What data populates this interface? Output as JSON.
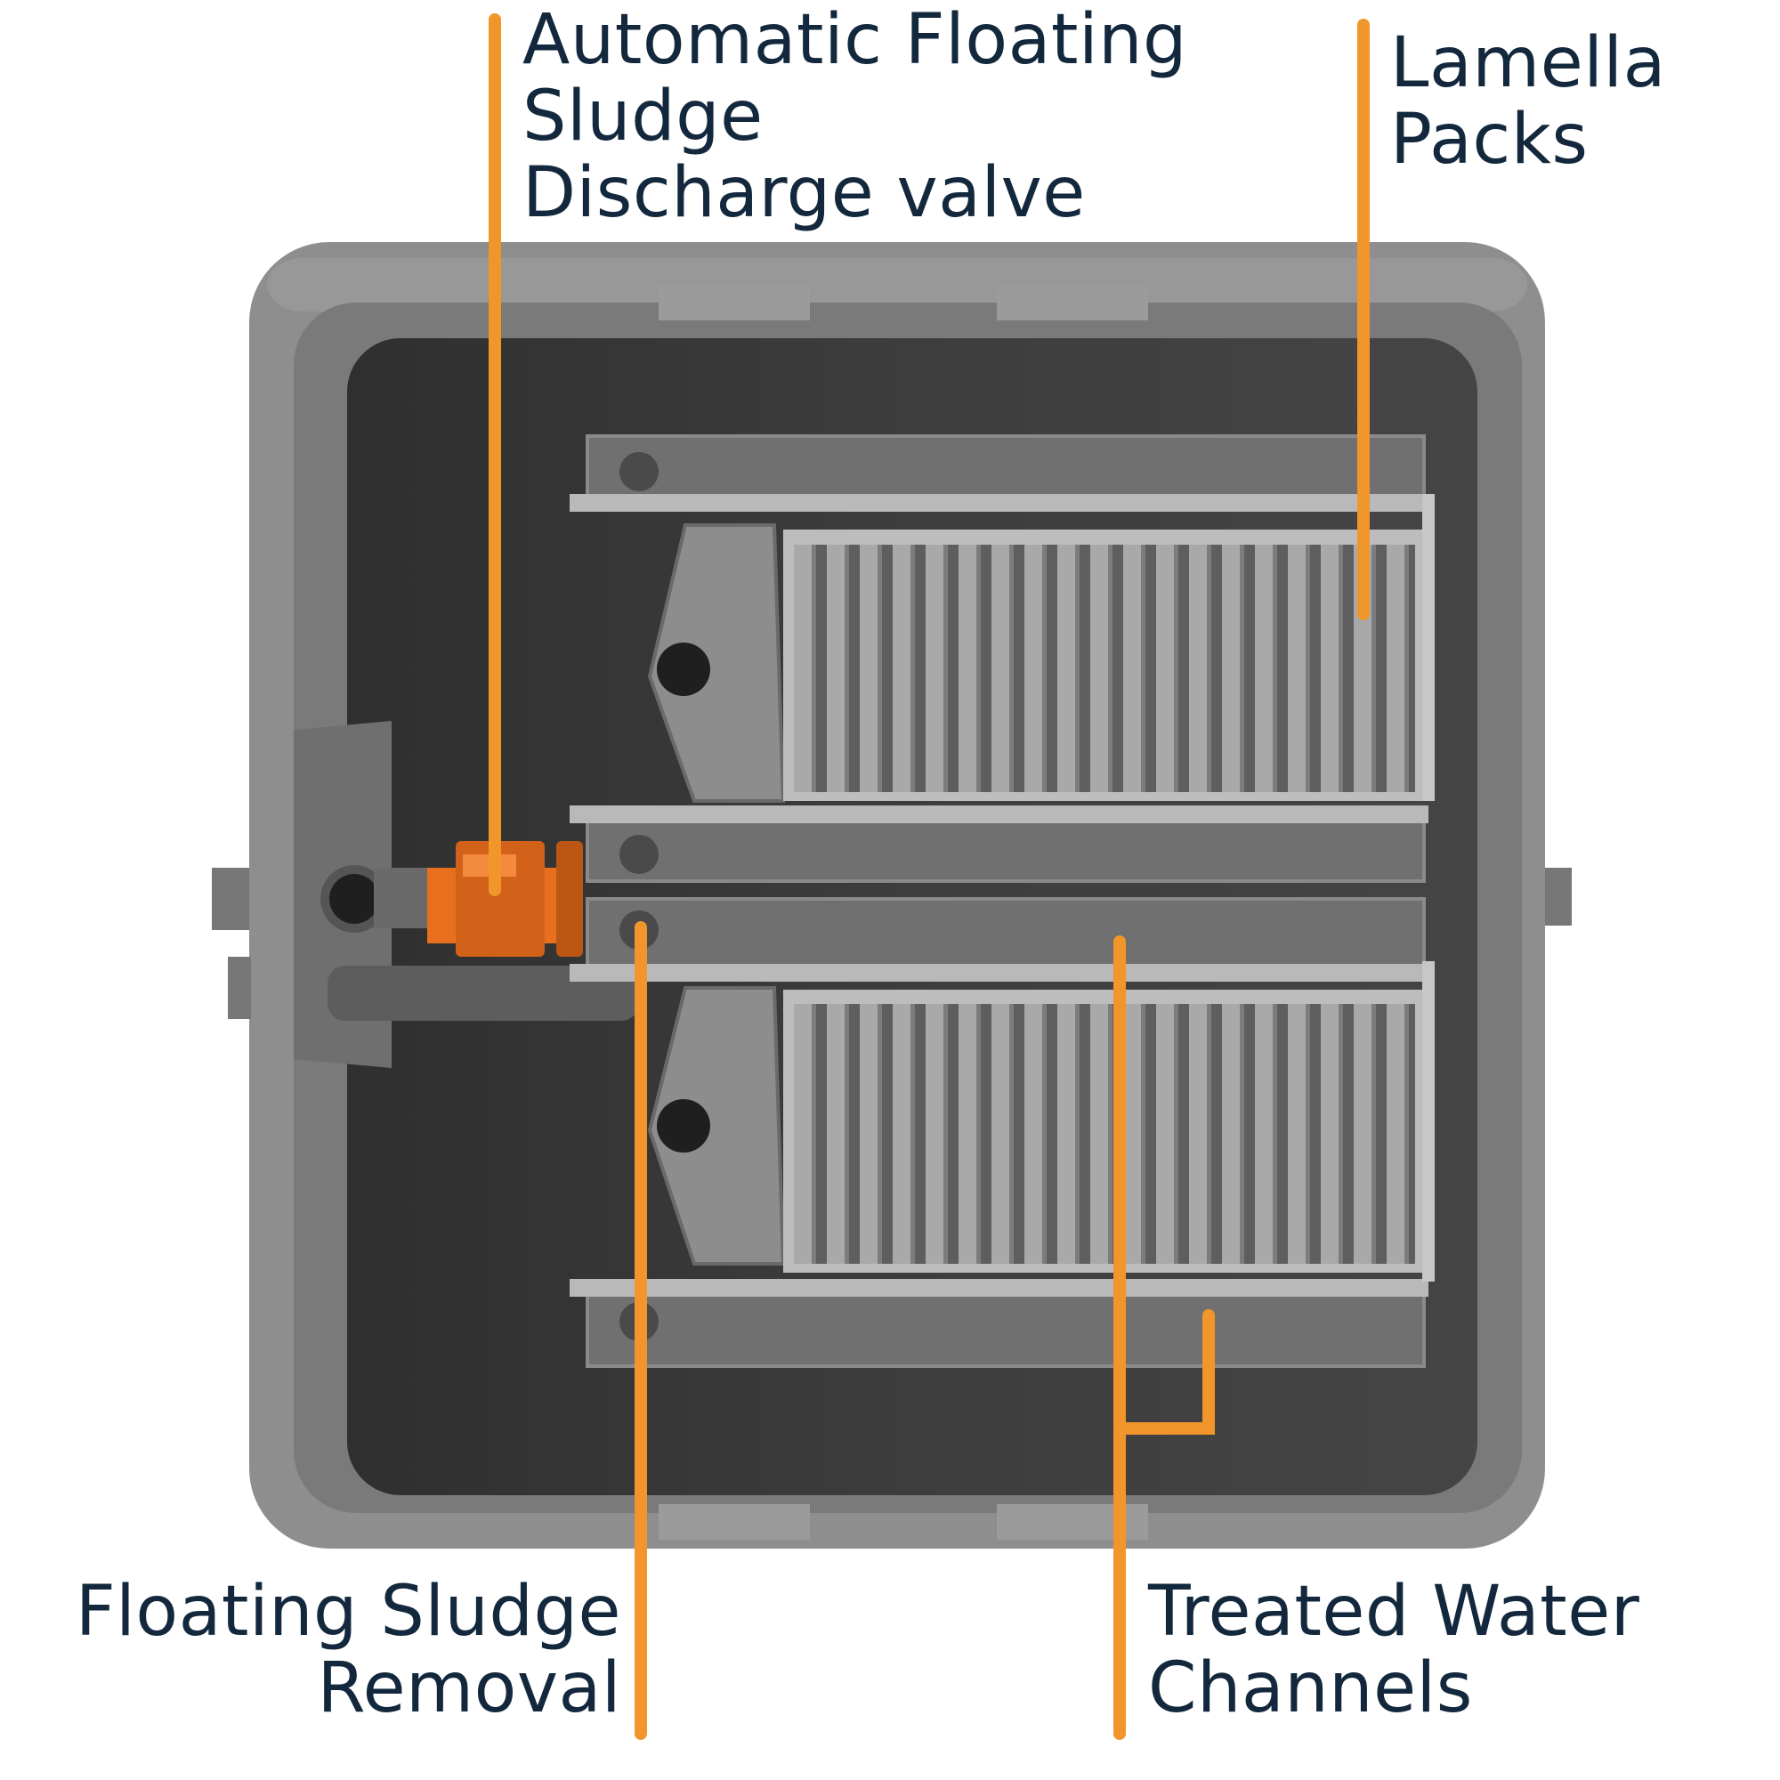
{
  "labels": {
    "discharge_valve": [
      "Automatic Floating",
      "Sludge",
      "Discharge valve"
    ],
    "lamella_packs": [
      "Lamella",
      "Packs"
    ],
    "floating_sludge_removal": [
      "Floating Sludge",
      "Removal"
    ],
    "treated_water_channels": [
      "Treated Water",
      "Channels"
    ]
  },
  "colors": {
    "text": "#13283d",
    "leader_line": "#f0962a",
    "valve": "#e86f1e",
    "tank_outer": "#8c8c8c",
    "tank_inner": "#3a3a3a",
    "lamella_plate": "#a8a8a8"
  }
}
